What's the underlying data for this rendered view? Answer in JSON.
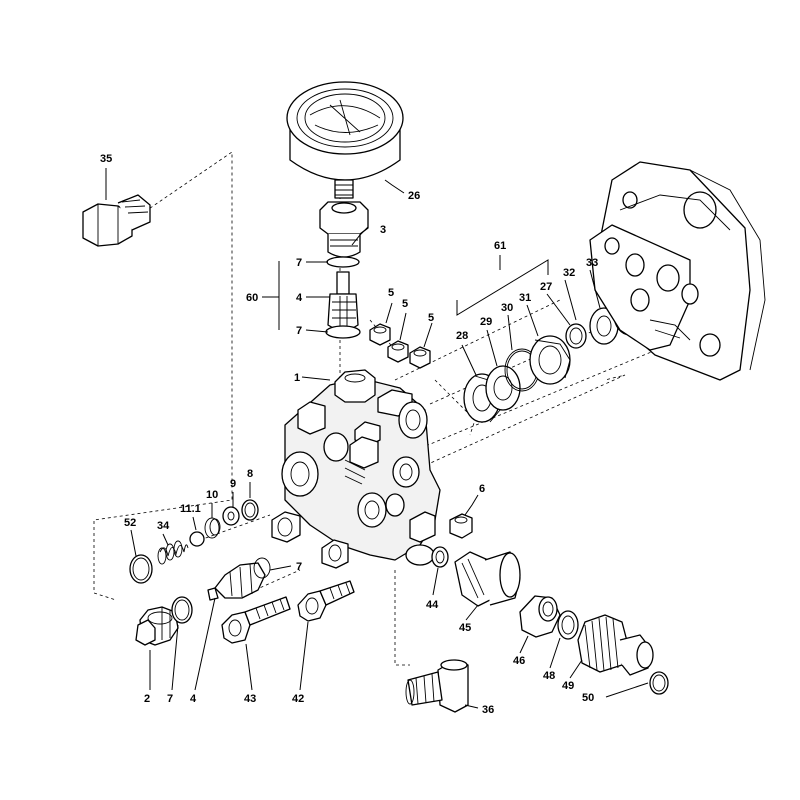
{
  "labels": {
    "p35": "35",
    "p26": "26",
    "p3": "3",
    "p7a": "7",
    "p60": "60",
    "p4a": "4",
    "p7b": "7",
    "p5a": "5",
    "p5b": "5",
    "p5c": "5",
    "p1": "1",
    "p61": "61",
    "p32": "32",
    "p33": "33",
    "p27": "27",
    "p28": "28",
    "p29": "29",
    "p30": "30",
    "p31": "31",
    "p6": "6",
    "p8": "8",
    "p9": "9",
    "p10": "10",
    "p11_1": "11.1",
    "p34": "34",
    "p52": "52",
    "p7c": "7",
    "p44": "44",
    "p45": "45",
    "p46": "46",
    "p48": "48",
    "p49": "49",
    "p50": "50",
    "p2": "2",
    "p7d": "7",
    "p4b": "4",
    "p43": "43",
    "p42": "42",
    "p36": "36"
  }
}
